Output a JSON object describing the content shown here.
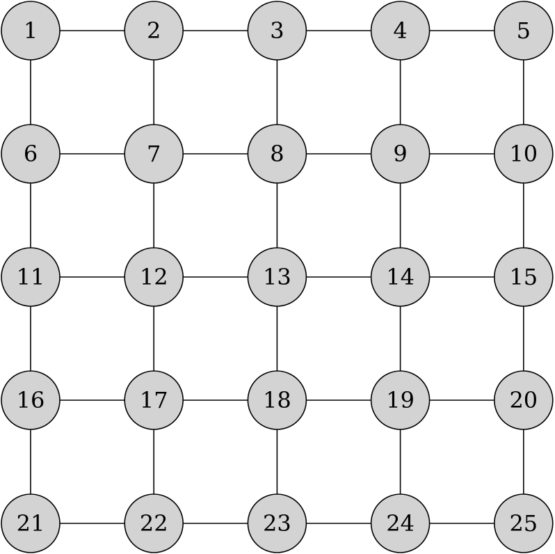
{
  "graph": {
    "rows": 5,
    "cols": 5,
    "node_fill": "#d3d3d3",
    "stroke_color": "#000000",
    "background": "#ffffff",
    "nodes": [
      {
        "id": 1,
        "label": "1",
        "row": 0,
        "col": 0
      },
      {
        "id": 2,
        "label": "2",
        "row": 0,
        "col": 1
      },
      {
        "id": 3,
        "label": "3",
        "row": 0,
        "col": 2
      },
      {
        "id": 4,
        "label": "4",
        "row": 0,
        "col": 3
      },
      {
        "id": 5,
        "label": "5",
        "row": 0,
        "col": 4
      },
      {
        "id": 6,
        "label": "6",
        "row": 1,
        "col": 0
      },
      {
        "id": 7,
        "label": "7",
        "row": 1,
        "col": 1
      },
      {
        "id": 8,
        "label": "8",
        "row": 1,
        "col": 2
      },
      {
        "id": 9,
        "label": "9",
        "row": 1,
        "col": 3
      },
      {
        "id": 10,
        "label": "10",
        "row": 1,
        "col": 4
      },
      {
        "id": 11,
        "label": "11",
        "row": 2,
        "col": 0
      },
      {
        "id": 12,
        "label": "12",
        "row": 2,
        "col": 1
      },
      {
        "id": 13,
        "label": "13",
        "row": 2,
        "col": 2
      },
      {
        "id": 14,
        "label": "14",
        "row": 2,
        "col": 3
      },
      {
        "id": 15,
        "label": "15",
        "row": 2,
        "col": 4
      },
      {
        "id": 16,
        "label": "16",
        "row": 3,
        "col": 0
      },
      {
        "id": 17,
        "label": "17",
        "row": 3,
        "col": 1
      },
      {
        "id": 18,
        "label": "18",
        "row": 3,
        "col": 2
      },
      {
        "id": 19,
        "label": "19",
        "row": 3,
        "col": 3
      },
      {
        "id": 20,
        "label": "20",
        "row": 3,
        "col": 4
      },
      {
        "id": 21,
        "label": "21",
        "row": 4,
        "col": 0
      },
      {
        "id": 22,
        "label": "22",
        "row": 4,
        "col": 1
      },
      {
        "id": 23,
        "label": "23",
        "row": 4,
        "col": 2
      },
      {
        "id": 24,
        "label": "24",
        "row": 4,
        "col": 3
      },
      {
        "id": 25,
        "label": "25",
        "row": 4,
        "col": 4
      }
    ],
    "edges": [
      [
        1,
        2
      ],
      [
        2,
        3
      ],
      [
        3,
        4
      ],
      [
        4,
        5
      ],
      [
        6,
        7
      ],
      [
        7,
        8
      ],
      [
        8,
        9
      ],
      [
        9,
        10
      ],
      [
        11,
        12
      ],
      [
        12,
        13
      ],
      [
        13,
        14
      ],
      [
        14,
        15
      ],
      [
        16,
        17
      ],
      [
        17,
        18
      ],
      [
        18,
        19
      ],
      [
        19,
        20
      ],
      [
        21,
        22
      ],
      [
        22,
        23
      ],
      [
        23,
        24
      ],
      [
        24,
        25
      ],
      [
        1,
        6
      ],
      [
        6,
        11
      ],
      [
        11,
        16
      ],
      [
        16,
        21
      ],
      [
        2,
        7
      ],
      [
        7,
        12
      ],
      [
        12,
        17
      ],
      [
        17,
        22
      ],
      [
        3,
        8
      ],
      [
        8,
        13
      ],
      [
        13,
        18
      ],
      [
        18,
        23
      ],
      [
        4,
        9
      ],
      [
        9,
        14
      ],
      [
        14,
        19
      ],
      [
        19,
        24
      ],
      [
        5,
        10
      ],
      [
        10,
        15
      ],
      [
        15,
        20
      ],
      [
        20,
        25
      ]
    ]
  }
}
